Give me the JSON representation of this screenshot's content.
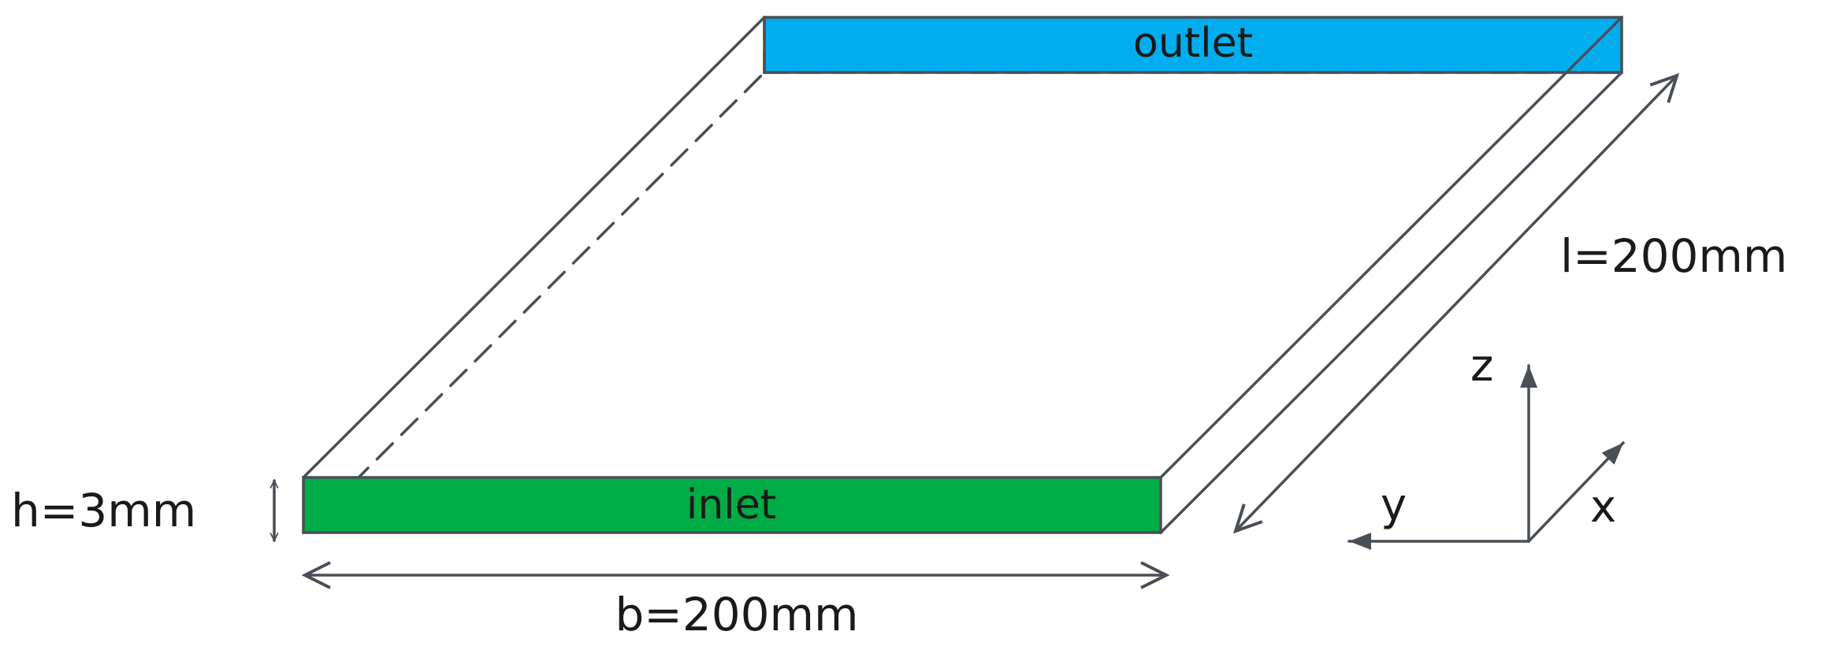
{
  "diagram": {
    "faces": {
      "inlet": {
        "label": "inlet",
        "color": "#00ac46"
      },
      "outlet": {
        "label": "outlet",
        "color": "#00adee"
      }
    },
    "dimensions": {
      "height": "h=3mm",
      "width": "b=200mm",
      "length": "l=200mm"
    },
    "axes": {
      "x": "x",
      "y": "y",
      "z": "z"
    },
    "line_color": "#4a4f55"
  }
}
